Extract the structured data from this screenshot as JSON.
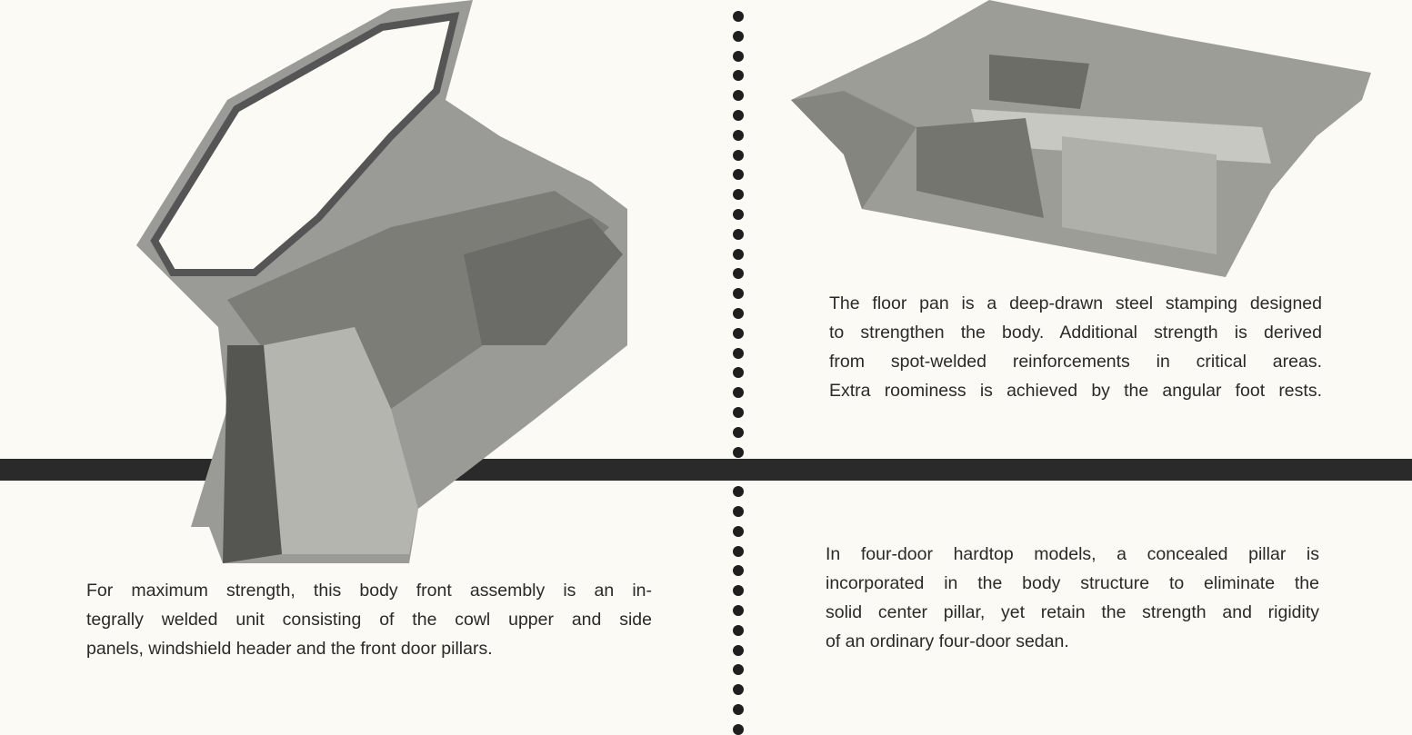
{
  "captions": {
    "floor_pan": [
      "The floor pan is a deep-drawn steel stamping designed",
      "to strengthen the body. Additional strength is derived",
      "from spot-welded reinforcements in critical areas.",
      "Extra roominess is achieved by the angular foot rests."
    ],
    "body_front": [
      "For maximum strength, this body front assembly is an in-",
      "tegrally welded unit consisting of the cowl upper and side",
      "panels, windshield header and the front door pillars."
    ],
    "hardtop": [
      "In four-door hardtop models, a concealed pillar is",
      "incorporated in the body structure to eliminate the",
      "solid center pillar, yet retain the strength and rigidity",
      "of an ordinary four-door sedan."
    ]
  },
  "colors": {
    "background": "#fbfaf5",
    "ink": "#2a2a2a"
  }
}
